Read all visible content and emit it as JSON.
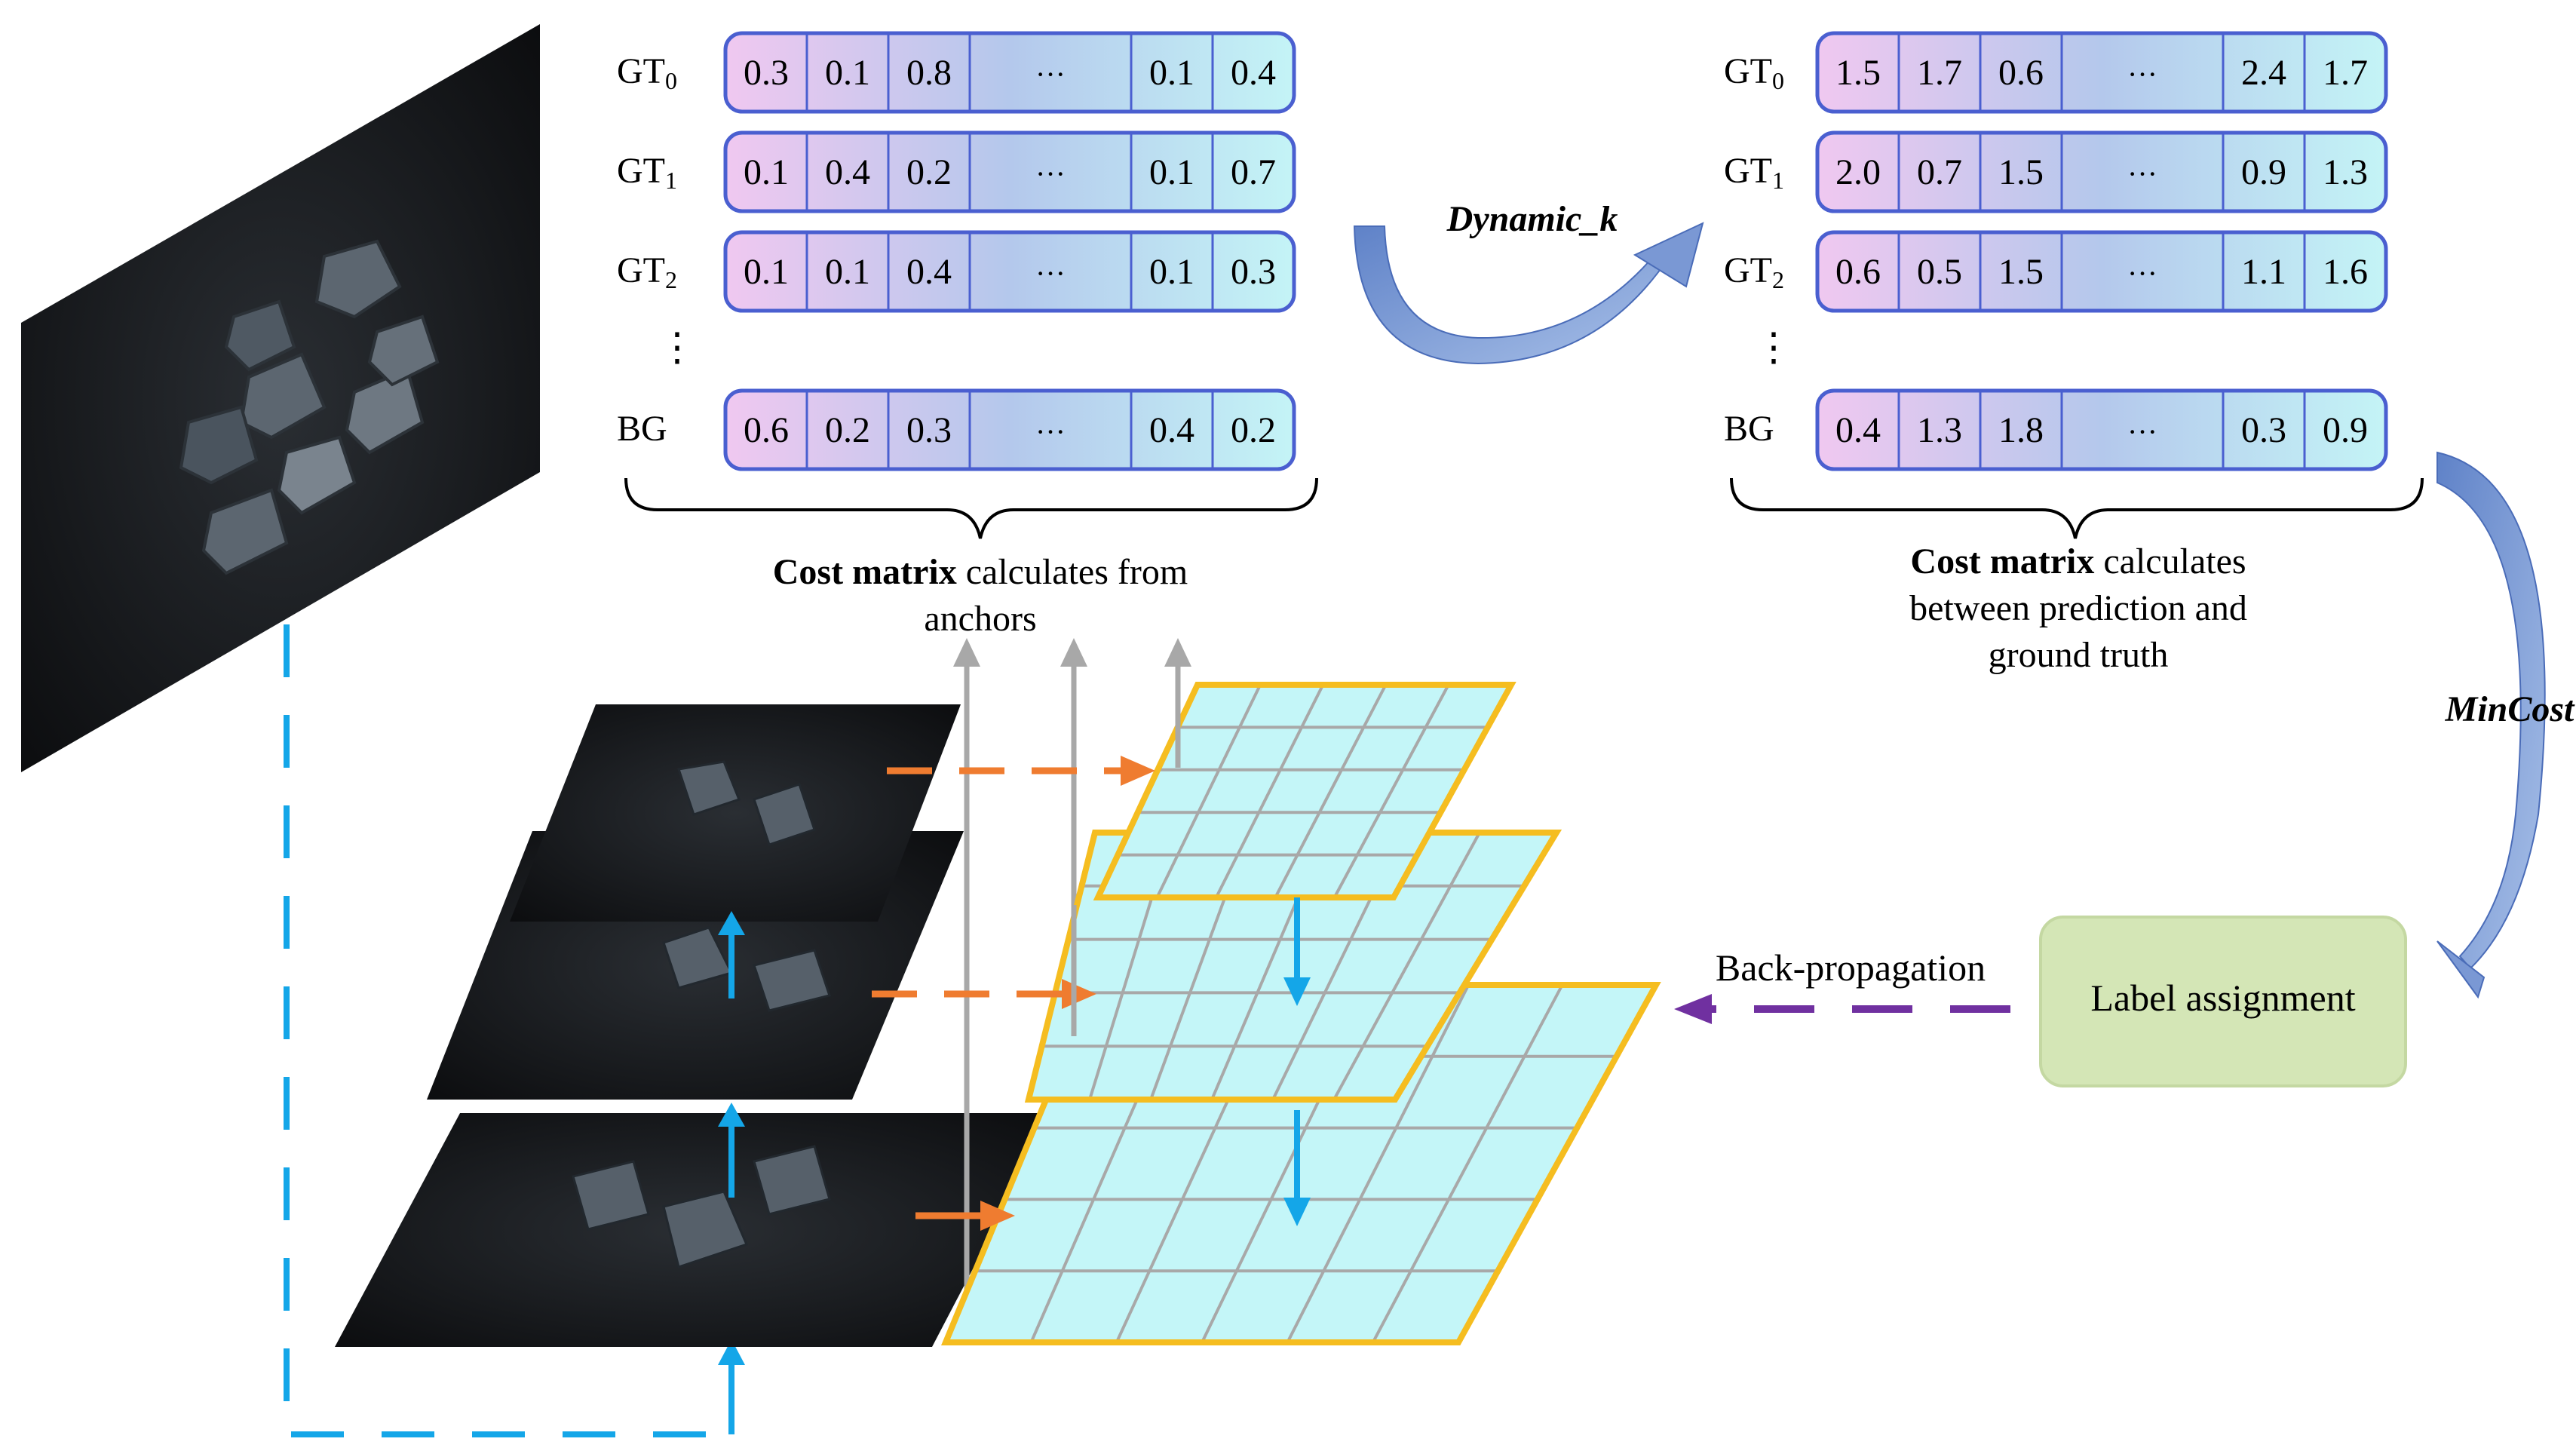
{
  "left_matrix": {
    "rows": [
      {
        "label_main": "GT",
        "label_sub": "0",
        "values": [
          "0.3",
          "0.1",
          "0.8",
          "···",
          "0.1",
          "0.4"
        ]
      },
      {
        "label_main": "GT",
        "label_sub": "1",
        "values": [
          "0.1",
          "0.4",
          "0.2",
          "···",
          "0.1",
          "0.7"
        ]
      },
      {
        "label_main": "GT",
        "label_sub": "2",
        "values": [
          "0.1",
          "0.1",
          "0.4",
          "···",
          "0.1",
          "0.3"
        ]
      },
      {
        "label_main": "BG",
        "label_sub": "",
        "values": [
          "0.6",
          "0.2",
          "0.3",
          "···",
          "0.4",
          "0.2"
        ]
      }
    ],
    "vdots": "⋮",
    "caption_bold": "Cost matrix",
    "caption_rest_line1": " calculates from",
    "caption_line2": "anchors"
  },
  "right_matrix": {
    "rows": [
      {
        "label_main": "GT",
        "label_sub": "0",
        "values": [
          "1.5",
          "1.7",
          "0.6",
          "···",
          "2.4",
          "1.7"
        ]
      },
      {
        "label_main": "GT",
        "label_sub": "1",
        "values": [
          "2.0",
          "0.7",
          "1.5",
          "···",
          "0.9",
          "1.3"
        ]
      },
      {
        "label_main": "GT",
        "label_sub": "2",
        "values": [
          "0.6",
          "0.5",
          "1.5",
          "···",
          "1.1",
          "1.6"
        ]
      },
      {
        "label_main": "BG",
        "label_sub": "",
        "values": [
          "0.4",
          "1.3",
          "1.8",
          "···",
          "0.3",
          "0.9"
        ]
      }
    ],
    "vdots": "⋮",
    "caption_bold": "Cost matrix",
    "caption_rest_line1": " calculates",
    "caption_line2": "between prediction and",
    "caption_line3": "ground truth"
  },
  "labels": {
    "dynamic_k": "Dynamic_k",
    "min_cost": "MinCost",
    "back_propagation": "Back-propagation",
    "label_assignment": "Label assignment"
  },
  "colors": {
    "cell_gradient_start": "#f0c8f0",
    "cell_gradient_mid": "#b4c8ec",
    "cell_gradient_end": "#c4f4f6",
    "cell_border": "#4a5fd0",
    "grid_fill": "#c4f6f8",
    "grid_border": "#f5bd20",
    "grid_lines": "#a8a8a8",
    "orange_arrow": "#ef7c30",
    "blue_arrow": "#14a6e8",
    "gray_arrow": "#a8a8a8",
    "purple_arrow": "#7030a0",
    "curved_arrow": "#7a98d4",
    "label_box_fill": "#d4e6b6",
    "label_box_border": "#c4d8a2"
  }
}
